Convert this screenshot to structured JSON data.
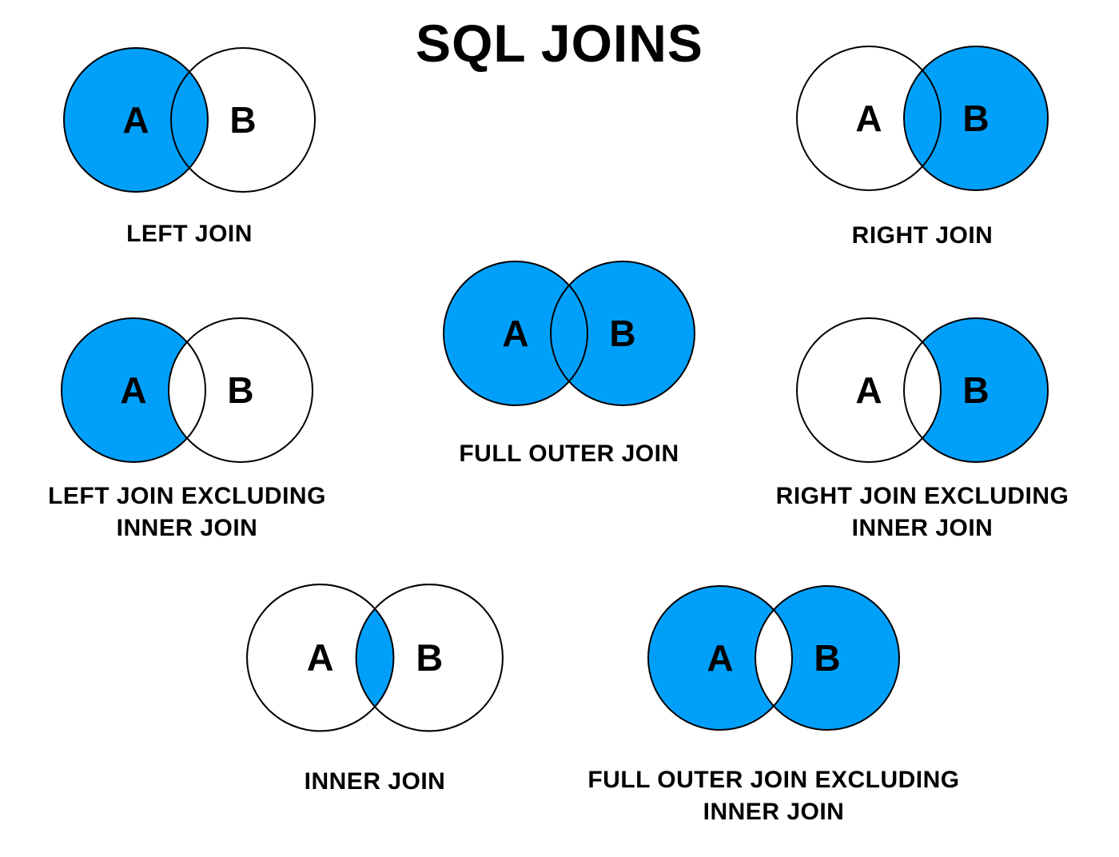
{
  "title": "SQL JOINS",
  "colors": {
    "fill": "#00A0FA",
    "outline": "#000000",
    "background": "#FFFFFF",
    "text": "#000000"
  },
  "diagrams": [
    {
      "name": "left-join",
      "caption": "LEFT JOIN",
      "labels": [
        "A",
        "B"
      ],
      "filled_region": "left"
    },
    {
      "name": "right-join",
      "caption": "RIGHT JOIN",
      "labels": [
        "A",
        "B"
      ],
      "filled_region": "right"
    },
    {
      "name": "left-join-excluding-inner-join",
      "caption": "LEFT JOIN EXCLUDING\nINNER JOIN",
      "labels": [
        "A",
        "B"
      ],
      "filled_region": "left-excluding-inner"
    },
    {
      "name": "full-outer-join",
      "caption": "FULL OUTER JOIN",
      "labels": [
        "A",
        "B"
      ],
      "filled_region": "full"
    },
    {
      "name": "right-join-excluding-inner-join",
      "caption": "RIGHT JOIN EXCLUDING\nINNER JOIN",
      "labels": [
        "A",
        "B"
      ],
      "filled_region": "right-excluding-inner"
    },
    {
      "name": "inner-join",
      "caption": "INNER JOIN",
      "labels": [
        "A",
        "B"
      ],
      "filled_region": "inner"
    },
    {
      "name": "full-outer-join-excluding-inner-join",
      "caption": "FULL OUTER JOIN EXCLUDING\nINNER JOIN",
      "labels": [
        "A",
        "B"
      ],
      "filled_region": "full-excluding-inner"
    }
  ]
}
